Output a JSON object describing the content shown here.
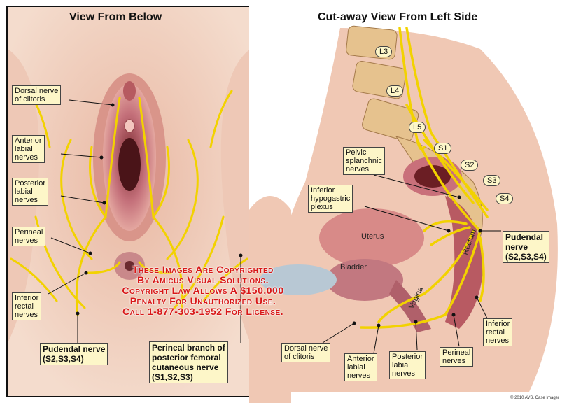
{
  "left_panel": {
    "title": "View From Below",
    "labels": {
      "dorsal_nerve": "Dorsal nerve\nof clitoris",
      "anterior_labial": "Anterior\nlabial\nnerves",
      "posterior_labial": "Posterior\nlabial\nnerves",
      "perineal": "Perineal\nnerves",
      "inferior_rectal": "Inferior\nrectal\nnerves",
      "pudendal": "Pudendal nerve\n(S2,S3,S4)",
      "perineal_branch": "Perineal branch of\nposterior femoral\ncutaneous nerve\n(S1,S2,S3)"
    }
  },
  "right_panel": {
    "title": "Cut-away View From Left Side",
    "vertebrae": [
      "L3",
      "L4",
      "L5",
      "S1",
      "S2",
      "S3",
      "S4"
    ],
    "labels": {
      "pelvic_splanchnic": "Pelvic\nsplanchnic\nnerves",
      "inferior_hypogastric": "Inferior\nhypogastric\nplexus",
      "pudendal": "Pudendal\nnerve\n(S2,S3,S4)",
      "inferior_rectal": "Inferior\nrectal\nnerves",
      "perineal": "Perineal\nnerves",
      "posterior_labial": "Posterior\nlabial\nnerves",
      "anterior_labial": "Anterior\nlabial\nnerves",
      "dorsal_nerve": "Dorsal nerve\nof clitoris"
    },
    "organs": {
      "uterus": "Uterus",
      "bladder": "Bladder",
      "rectum": "Rectum",
      "vagina": "Vagina"
    }
  },
  "watermark": "These Images Are Copyrighted\nBy Amicus Visual Solutions.\nCopyright Law Allows A $150,000\nPenalty For Unauthorized Use.\nCall 1-877-303-1952 For License.",
  "credit": "© 2010 AVS. Case Imager",
  "colors": {
    "nerve": "#f2d200",
    "label_bg": "#fdf6c8",
    "skin": "#f3dccd",
    "watermark": "#d81818"
  }
}
